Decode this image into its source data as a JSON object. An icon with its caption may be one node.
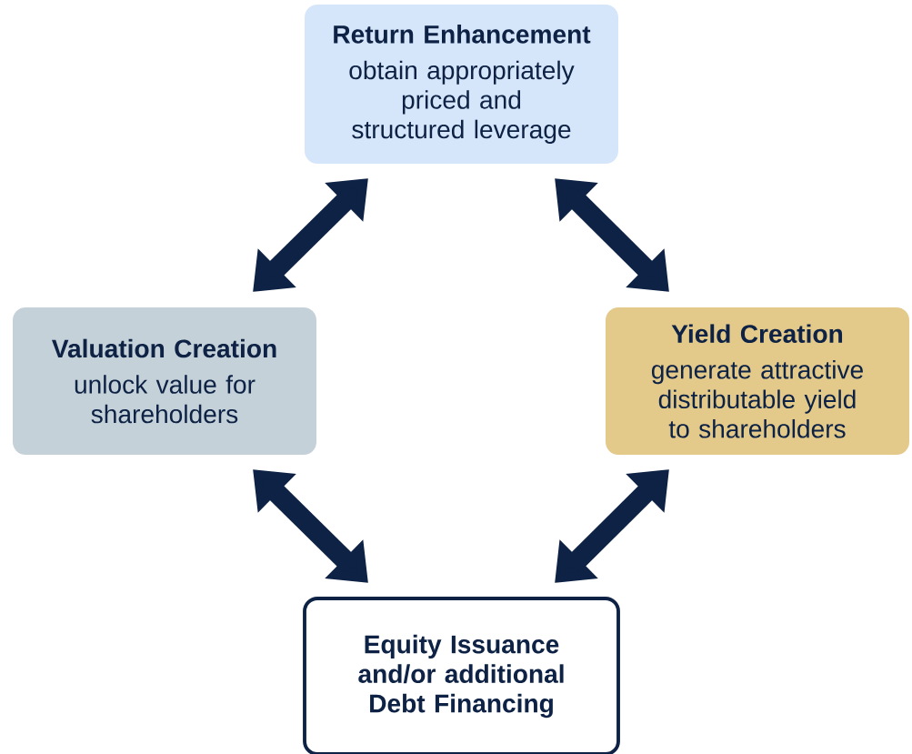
{
  "diagram": {
    "nodes": [
      {
        "text": [
          "Return Enhancement",
          "obtain appropriately priced and structured leverage"
        ]
      },
      {
        "text": [
          "Valuation Creation",
          "unlock value for shareholders"
        ]
      },
      {
        "text": [
          "Yield Creation",
          "generate attractive distributable yield to shareholders"
        ]
      },
      {
        "text": [
          "Equity Issuance and/or additional Debt Financing"
        ]
      }
    ],
    "edges": [
      {
        "from": 0,
        "to": 1,
        "arrow": "both"
      },
      {
        "from": 0,
        "to": 2,
        "arrow": "both"
      },
      {
        "from": 1,
        "to": 3,
        "arrow": "both"
      },
      {
        "from": 2,
        "to": 3,
        "arrow": "both"
      }
    ]
  }
}
